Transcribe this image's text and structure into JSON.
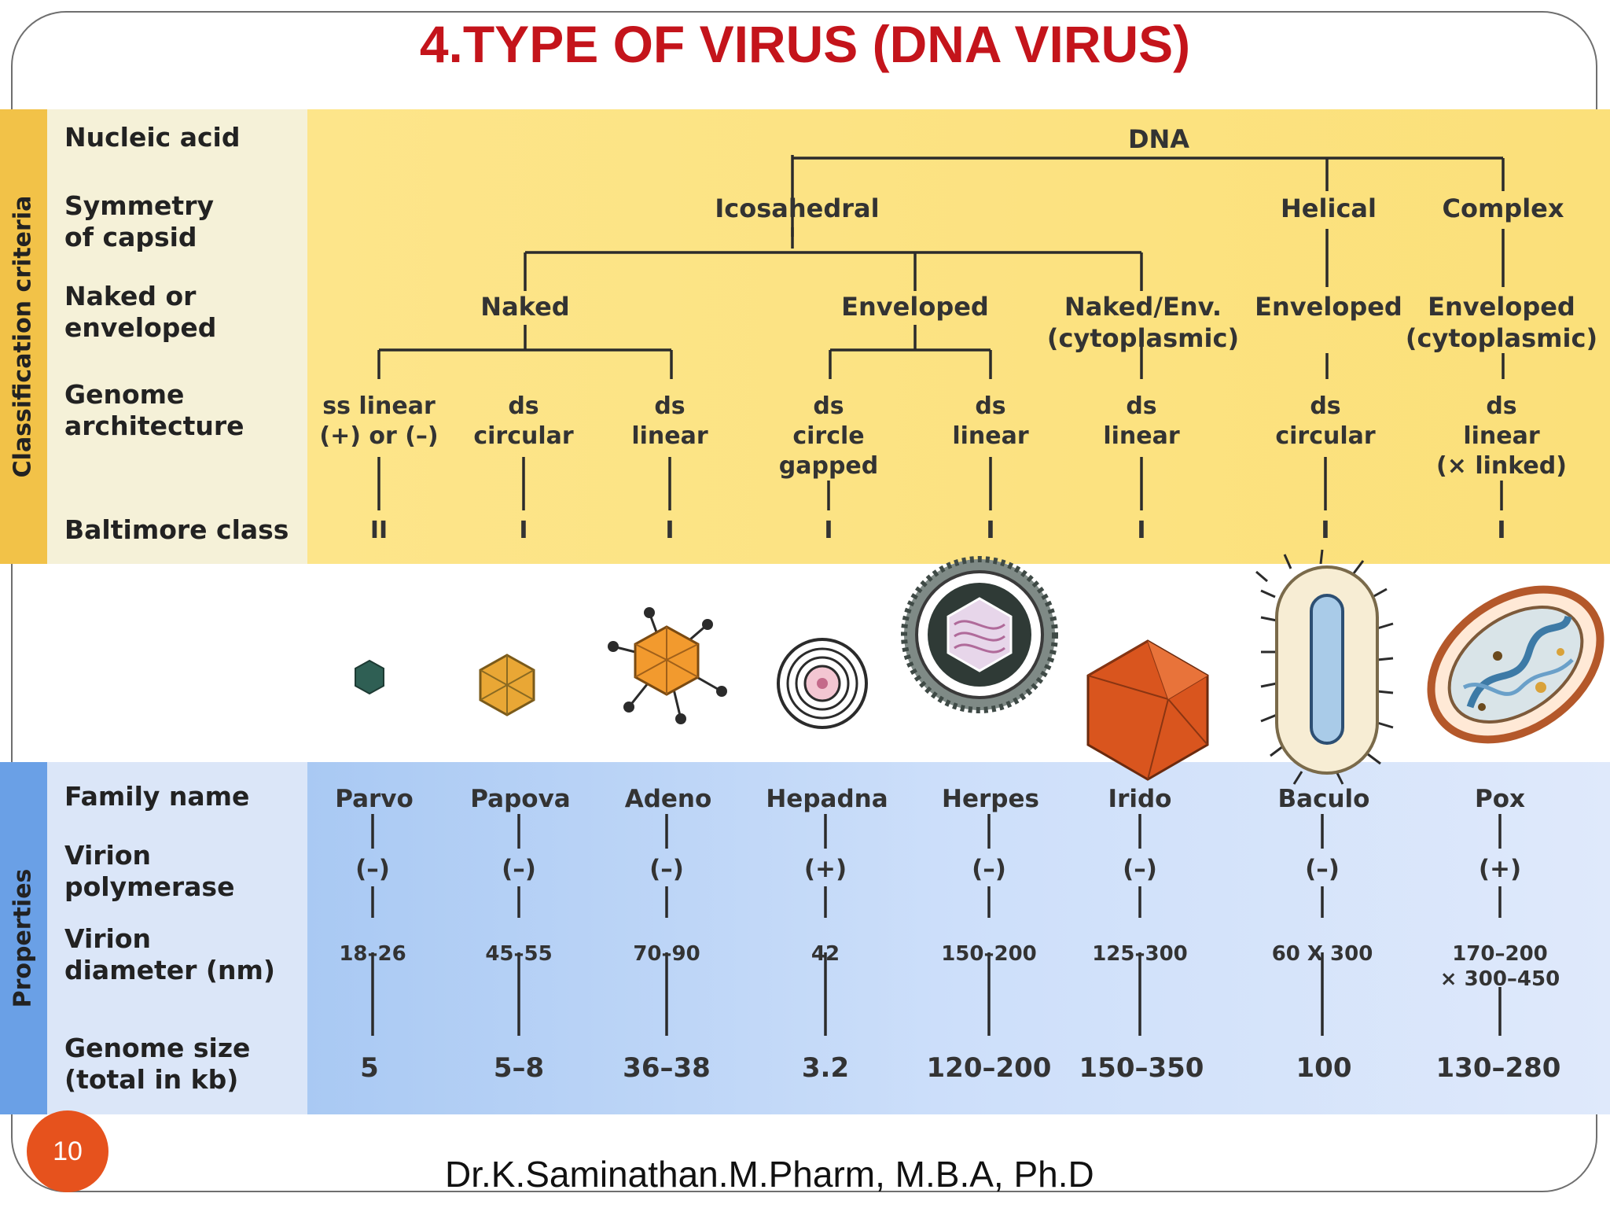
{
  "slide": {
    "title": "4.TYPE OF VIRUS (DNA VIRUS)",
    "footer": "Dr.K.Saminathan.M.Pharm, M.B.A, Ph.D",
    "page_number": "10"
  },
  "figure": {
    "side_labels": {
      "classification": "Classification criteria",
      "properties": "Properties"
    },
    "row_labels": {
      "nucleic_acid": "Nucleic acid",
      "symmetry_1": "Symmetry",
      "symmetry_2": "of capsid",
      "naked_1": "Naked or",
      "naked_2": "enveloped",
      "genome_1": "Genome",
      "genome_2": "architecture",
      "baltimore": "Baltimore class",
      "family": "Family name",
      "polymerase_1": "Virion",
      "polymerase_2": "polymerase",
      "diameter_1": "Virion",
      "diameter_2": "diameter (nm)",
      "gsize_1": "Genome size",
      "gsize_2": "(total in kb)"
    },
    "root": "DNA",
    "symmetry": {
      "icosahedral": "Icosahedral",
      "helical": "Helical",
      "complex": "Complex"
    },
    "envelope": {
      "naked": "Naked",
      "enveloped": "Enveloped",
      "naked_env_1": "Naked/Env.",
      "naked_env_2": "(cytoplasmic)",
      "helical_enveloped": "Enveloped",
      "complex_enveloped_1": "Enveloped",
      "complex_enveloped_2": "(cytoplasmic)"
    },
    "columns": [
      {
        "genome": [
          "ss linear",
          "(+) or (–)"
        ],
        "baltimore": "II",
        "family": "Parvo",
        "polymerase": "(–)",
        "diameter": [
          "18–26"
        ],
        "size": "5"
      },
      {
        "genome": [
          "ds",
          "circular"
        ],
        "baltimore": "I",
        "family": "Papova",
        "polymerase": "(–)",
        "diameter": [
          "45–55"
        ],
        "size": "5–8"
      },
      {
        "genome": [
          "ds",
          "linear"
        ],
        "baltimore": "I",
        "family": "Adeno",
        "polymerase": "(–)",
        "diameter": [
          "70–90"
        ],
        "size": "36–38"
      },
      {
        "genome": [
          "ds",
          "circle",
          "gapped"
        ],
        "baltimore": "I",
        "family": "Hepadna",
        "polymerase": "(+)",
        "diameter": [
          "42"
        ],
        "size": "3.2"
      },
      {
        "genome": [
          "ds",
          "linear"
        ],
        "baltimore": "I",
        "family": "Herpes",
        "polymerase": "(–)",
        "diameter": [
          "150–200"
        ],
        "size": "120–200"
      },
      {
        "genome": [
          "ds",
          "linear"
        ],
        "baltimore": "I",
        "family": "Irido",
        "polymerase": "(–)",
        "diameter": [
          "125–300"
        ],
        "size": "150–350"
      },
      {
        "genome": [
          "ds",
          "circular"
        ],
        "baltimore": "I",
        "family": "Baculo",
        "polymerase": "(–)",
        "diameter": [
          "60 X 300"
        ],
        "size": "100"
      },
      {
        "genome": [
          "ds",
          "linear",
          "(× linked)"
        ],
        "baltimore": "I",
        "family": "Pox",
        "polymerase": "(+)",
        "diameter": [
          "170–200",
          "× 300–450"
        ],
        "size": "130–280"
      }
    ],
    "colors": {
      "yellow": "#fbe27a",
      "blue": "#cfe0f8",
      "side_yellow": "#f2c248",
      "side_blue": "#6aa0e6",
      "title": "#c4141b",
      "badge": "#e6521d"
    }
  }
}
